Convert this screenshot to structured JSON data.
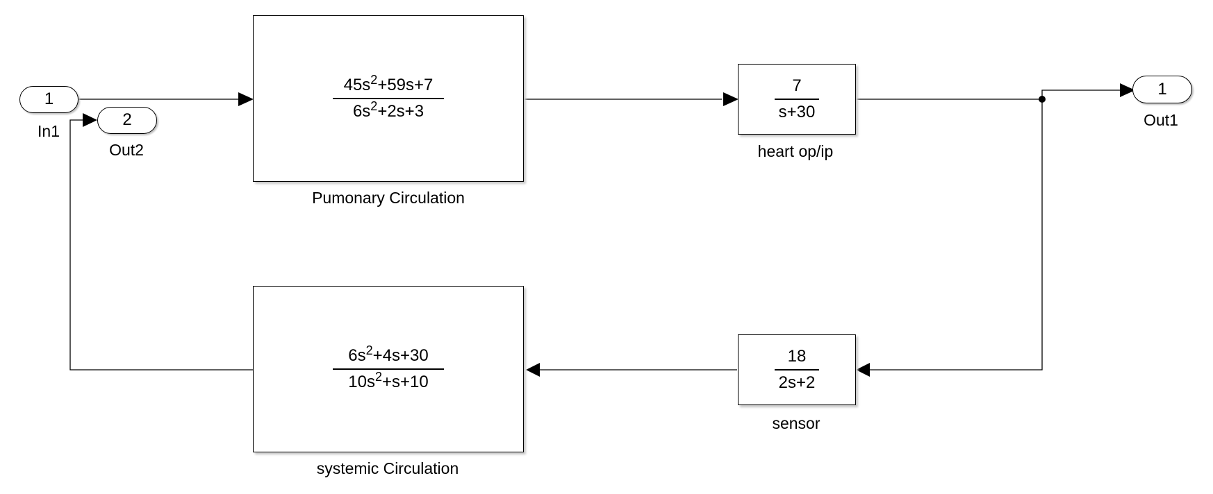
{
  "inports": [
    {
      "id": "in1",
      "number": "1",
      "name": "In1"
    }
  ],
  "outports": [
    {
      "id": "out1",
      "number": "1",
      "name": "Out1"
    },
    {
      "id": "out2",
      "number": "2",
      "name": "Out2"
    }
  ],
  "blocks": {
    "pulmonary": {
      "name": "Pumonary Circulation",
      "numerator": {
        "a": "45s",
        "a_exp": "2",
        "b": "+59s+7"
      },
      "denominator": {
        "a": "6s",
        "a_exp": "2",
        "b": "+2s+3"
      }
    },
    "heart": {
      "name": "heart op/ip",
      "numerator": "7",
      "denominator": "s+30"
    },
    "sensor": {
      "name": "sensor",
      "numerator": "18",
      "denominator": "2s+2"
    },
    "systemic": {
      "name": "systemic Circulation",
      "numerator": {
        "a": "6s",
        "a_exp": "2",
        "b": "+4s+30"
      },
      "denominator": {
        "a": "10s",
        "a_exp": "2",
        "b": "+s+10"
      }
    }
  }
}
